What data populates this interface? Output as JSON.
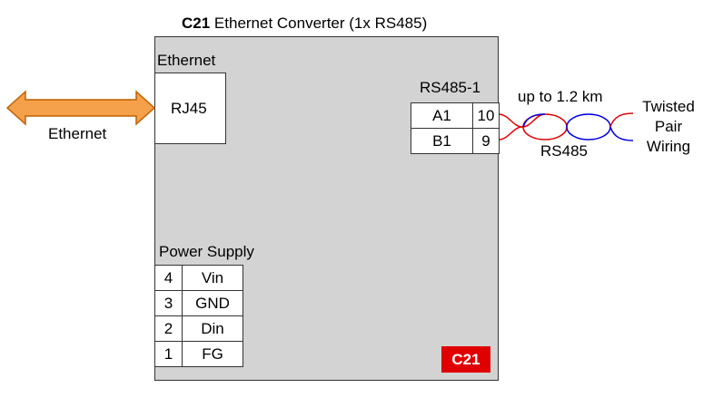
{
  "title": {
    "model": "C21",
    "rest": "Ethernet Converter (1x RS485)"
  },
  "ethernet": {
    "section_label": "Ethernet",
    "port_label": "RJ45",
    "arrow_label": "Ethernet"
  },
  "rs485": {
    "section_label": "RS485-1",
    "terminals": [
      {
        "signal": "A1",
        "pin": "10"
      },
      {
        "signal": "B1",
        "pin": "9"
      }
    ],
    "distance_label": "up to 1.2 km",
    "cable_label": "RS485",
    "wiring_label_lines": [
      "Twisted",
      "Pair",
      "Wiring"
    ]
  },
  "power": {
    "section_label": "Power Supply",
    "terminals": [
      {
        "pin": "4",
        "signal": "Vin"
      },
      {
        "pin": "3",
        "signal": "GND"
      },
      {
        "pin": "2",
        "signal": "Din"
      },
      {
        "pin": "1",
        "signal": "FG"
      }
    ]
  },
  "badge": "C21",
  "colors": {
    "arrow_fill": "#f5a04a",
    "arrow_stroke": "#c06000",
    "device_bg": "#d3d3d3",
    "badge_bg": "#e00000",
    "wire_red": "#e00000",
    "wire_blue": "#0000e0"
  }
}
